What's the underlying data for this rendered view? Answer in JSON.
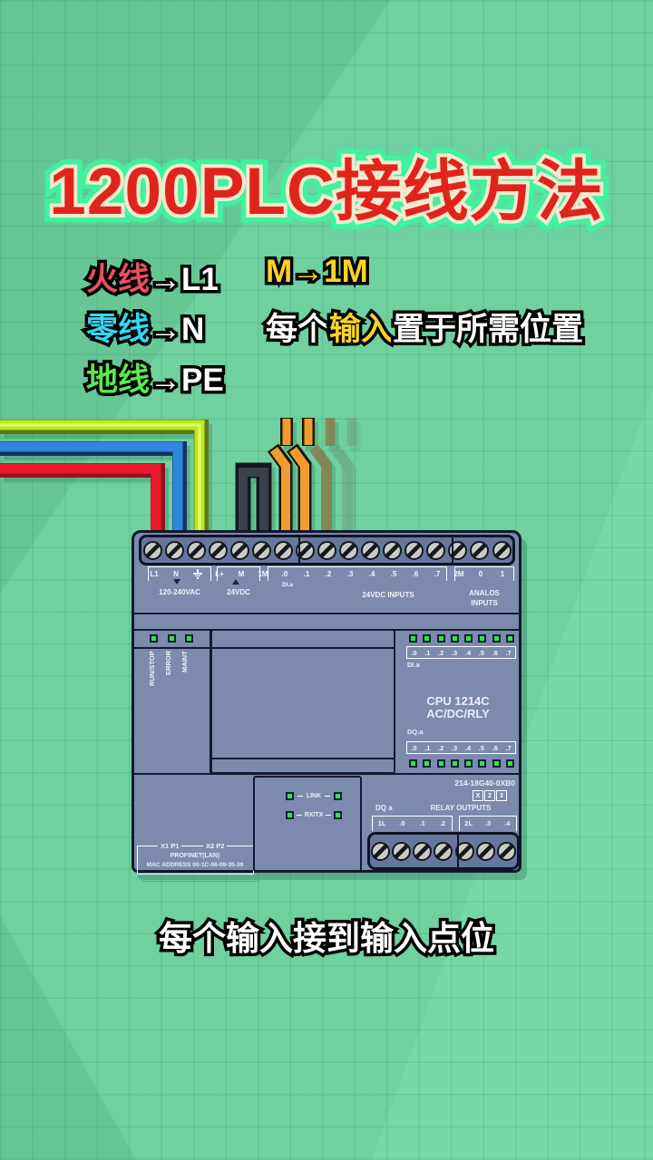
{
  "title": {
    "text": "1200PLC接线方法"
  },
  "legend": {
    "rows_left": [
      {
        "term": "火线",
        "rest": "→L1"
      },
      {
        "term": "零线",
        "rest": "→N"
      },
      {
        "term": "地线",
        "rest": "→PE"
      }
    ],
    "right1": "M→1M",
    "right2": {
      "pre": "每个",
      "hl": "输入",
      "post": "置于所需位置"
    }
  },
  "caption": {
    "text": "每个输入接到输入点位"
  },
  "colors": {
    "title_fill": "#e0241c",
    "title_inner_outline": "#f2e9ce",
    "title_glow": "#3ef29e",
    "wire_live": "#e81a2c",
    "wire_neutral": "#2f87e0",
    "wire_earth": "#b6e829",
    "wire_jumper": "#3a414d",
    "wire_input": "#f09c2e",
    "plc_body": "#7c8bad",
    "plc_outline": "#10182e",
    "led_green": "#33e542",
    "background": "#6fd0a0"
  },
  "plc": {
    "top_screw_count": 17,
    "bottom_screw_count": 7,
    "top_labels": [
      "L1",
      "N",
      "⏚",
      "L+",
      "M",
      "1M",
      ".0",
      ".1",
      ".2",
      ".3",
      ".4",
      ".5",
      ".6",
      ".7",
      "2M",
      "0",
      "1"
    ],
    "strip": {
      "captions": [
        "120-240VAC",
        "24VDC",
        "24VDC INPUTS"
      ],
      "analog1": "ANALOS",
      "analog2": "INPUTS",
      "dia": "DI.a"
    },
    "status_leds": [
      "RUN/STOP",
      "ERROR",
      "MAINT"
    ],
    "io_bits": [
      ".0",
      ".1",
      ".2",
      ".3",
      ".4",
      ".5",
      ".6",
      ".7"
    ],
    "di": {
      "label": "DI.a"
    },
    "dq": {
      "label": "DQ.a"
    },
    "cpu": {
      "line1": "CPU 1214C",
      "line2": "AC/DC/RLY"
    },
    "order_code": "214-18G40-0XB0",
    "version_boxes": [
      "X",
      "2",
      "3"
    ],
    "link_label": "LINK",
    "rxtx_label": "RX/TX",
    "port1": "X1 P1",
    "port2": "X2 P2",
    "profinet": "PROFINET(LAN)",
    "mac": "MAC ADDRESS  00-1C-06-09-35-39",
    "relay": {
      "dq": "DQ a",
      "title": "RELAY OUTPUTS",
      "labels1": [
        "1L",
        ".0",
        ".1",
        ".2"
      ],
      "labels2": [
        "2L",
        ".3",
        ".4"
      ]
    }
  }
}
